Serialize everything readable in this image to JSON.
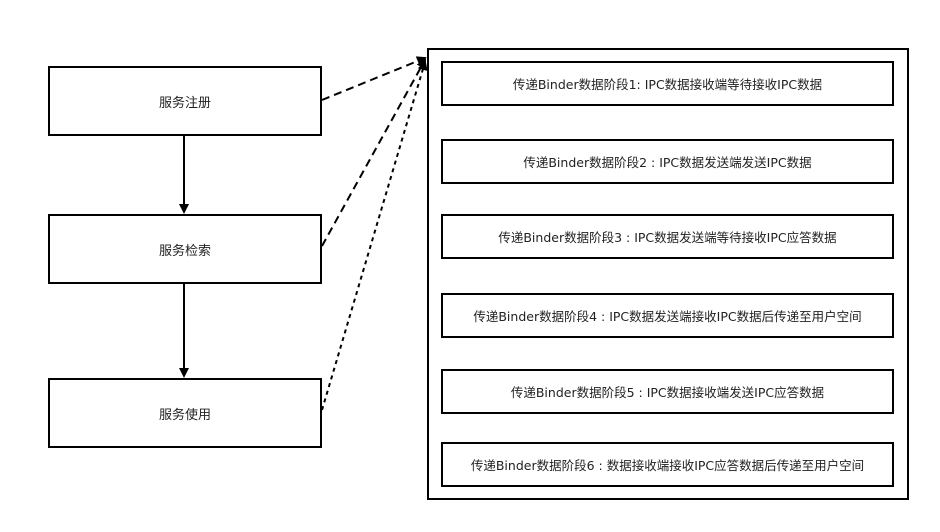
{
  "services": {
    "register": "服务注册",
    "lookup": "服务检索",
    "use": "服务使用"
  },
  "stages": [
    {
      "label": "传递Binder数据阶段1: IPC数据接收端等待接收IPC数据"
    },
    {
      "label": "传递Binder数据阶段2 : IPC数据发送端发送IPC数据"
    },
    {
      "label": "传递Binder数据阶段3 : IPC数据发送端等待接收IPC应答数据"
    },
    {
      "label": "传递Binder数据阶段4 : IPC数据发送端接收IPC数据后传递至用户空间"
    },
    {
      "label": "传递Binder数据阶段5 : IPC数据接收端发送IPC应答数据"
    },
    {
      "label": "传递Binder数据阶段6 : 数据接收端接收IPC应答数据后传递至用户空间"
    }
  ]
}
